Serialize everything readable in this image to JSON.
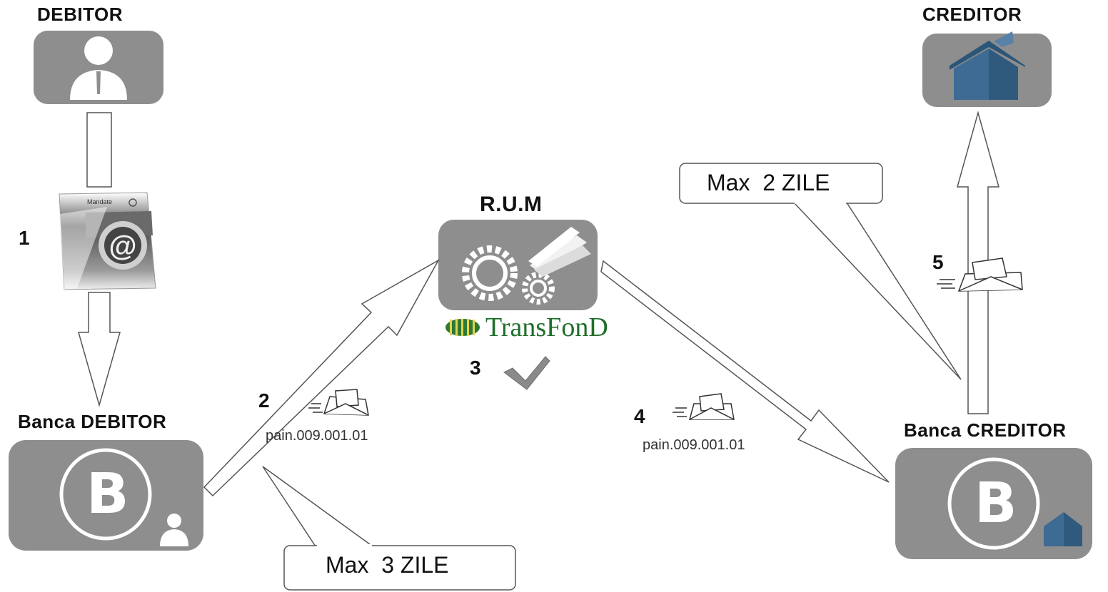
{
  "nodes": {
    "debitor": {
      "title": "DEBITOR"
    },
    "creditor": {
      "title": "CREDITOR"
    },
    "rum": {
      "title": "R.U.M",
      "brand": "TransFonD"
    },
    "banca_debitor": {
      "title": "Banca DEBITOR",
      "badge": "B"
    },
    "banca_creditor": {
      "title": "Banca CREDITOR",
      "badge": "B"
    }
  },
  "document": {
    "label": "Mandate"
  },
  "steps": {
    "s1": "1",
    "s2": "2",
    "s3": "3",
    "s4": "4",
    "s5": "5"
  },
  "messages": {
    "m2": "pain.009.001.01",
    "m4": "pain.009.001.01"
  },
  "callouts": {
    "c3": "Max  3 ZILE",
    "c2": "Max  2 ZILE"
  },
  "colors": {
    "box": "#8e8e8e",
    "house": "#3e6b93",
    "brand": "#1f6e2a"
  }
}
